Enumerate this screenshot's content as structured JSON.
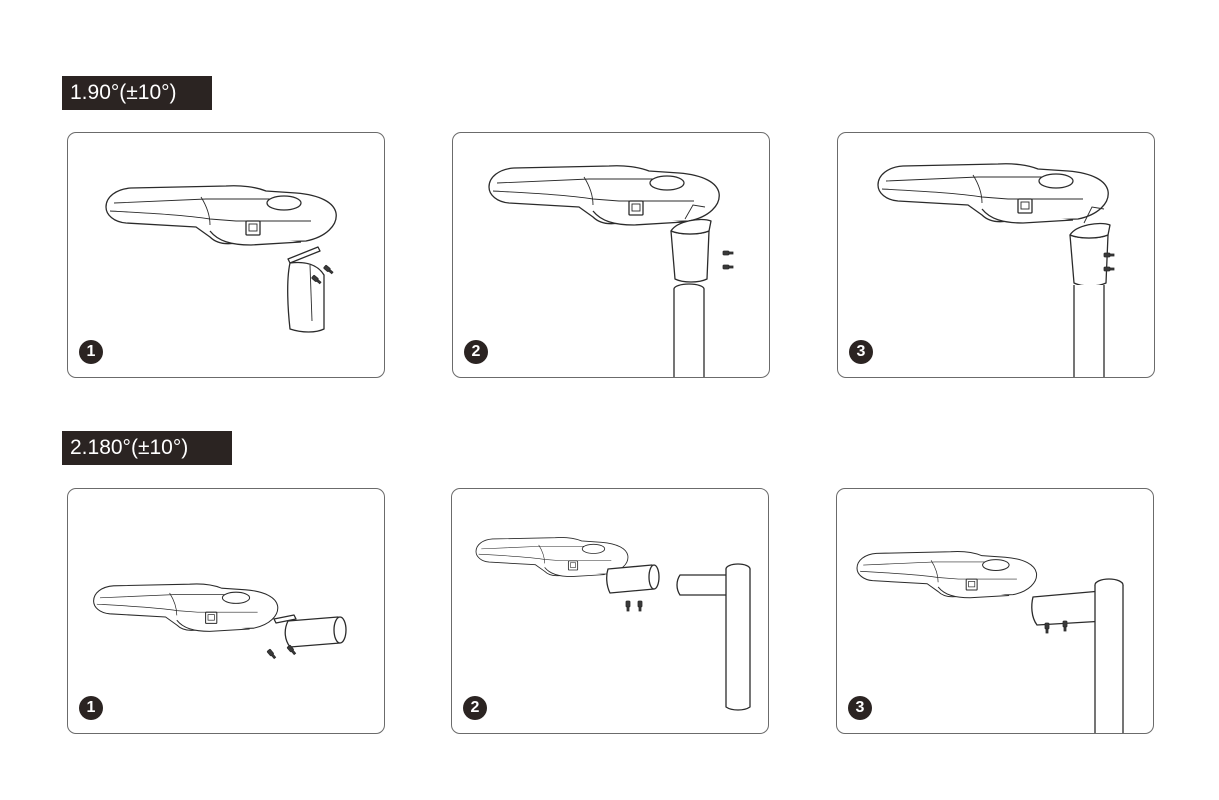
{
  "sections": [
    {
      "label": "1.90°(±10°)",
      "steps": [
        "1",
        "2",
        "3"
      ]
    },
    {
      "label": "2.180°(±10°)",
      "steps": [
        "1",
        "2",
        "3"
      ]
    }
  ]
}
